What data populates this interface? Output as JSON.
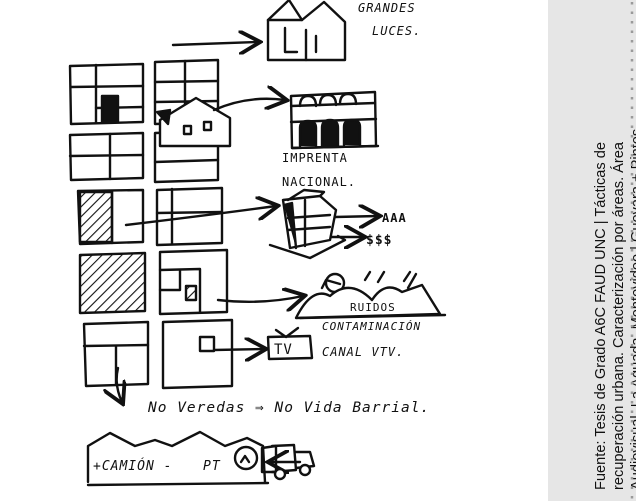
{
  "labels": {
    "grandes": "GRANDES",
    "luces": "LUCES.",
    "imprenta": "IMPRENTA",
    "nacional": "NACIONAL.",
    "aaa": "AAA",
    "money": "$$$",
    "ruidos": "RUIDOS",
    "contaminacion": "CONTAMINACIÓN",
    "tv": "TV",
    "canal": "CANAL VTV.",
    "no_veredas": "No Veredas ⇒ No Vida Barrial.",
    "camion": "+CAMIÓN - ",
    "pt": "PT"
  },
  "credit": {
    "line1": "Fuente: Tesis de Grado A6C FAUD UNC | Tácticas de",
    "line2": "recuperación urbana. Caracterización por áreas. Área",
    "line3": "Audiovisual. La Aguada, Montevideo | Guevara + Pintos"
  },
  "colors": {
    "ink": "#111111",
    "strip": "#e6e6e6",
    "dots": "#9a9a9a"
  }
}
